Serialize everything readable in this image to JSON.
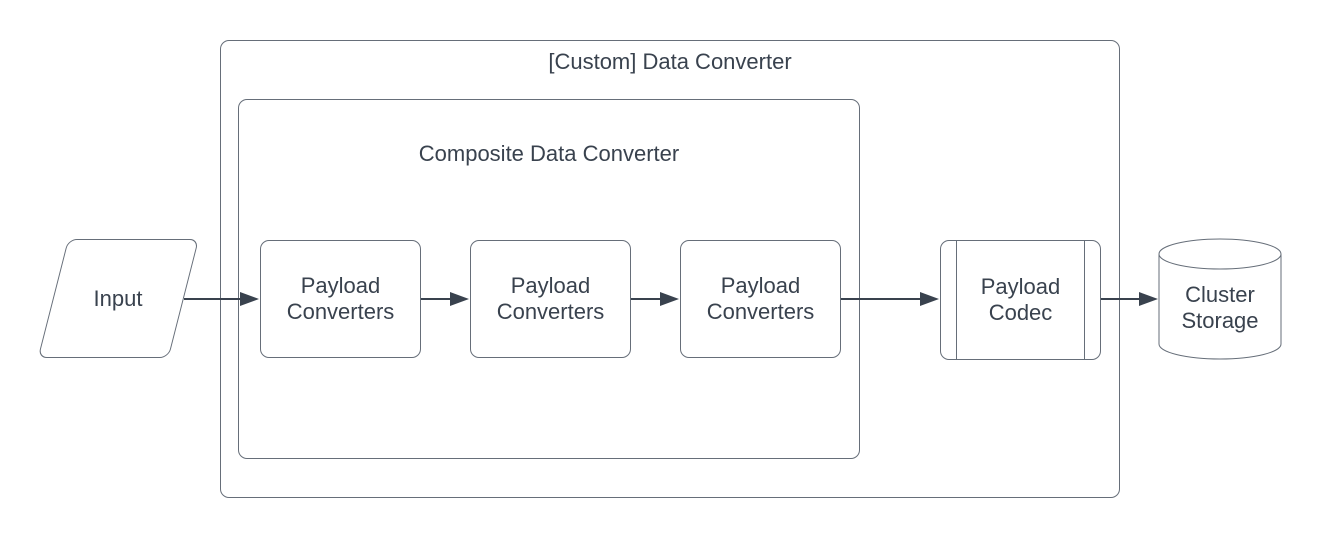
{
  "diagram": {
    "background_color": "#ffffff",
    "shape_stroke_color": "#666e79",
    "text_color": "#39424e",
    "arrow_color": "#39424e",
    "outer_group": {
      "title": "[Custom] Data Converter"
    },
    "inner_group": {
      "title": "Composite Data Converter"
    },
    "nodes": {
      "input": {
        "label": "Input",
        "shape": "parallelogram"
      },
      "payload_converter_1": {
        "label": "Payload Converters",
        "shape": "rounded-rectangle"
      },
      "payload_converter_2": {
        "label": "Payload Converters",
        "shape": "rounded-rectangle"
      },
      "payload_converter_3": {
        "label": "Payload Converters",
        "shape": "rounded-rectangle"
      },
      "payload_codec": {
        "label": "Payload Codec",
        "shape": "predefined-process"
      },
      "cluster_storage": {
        "label": "Cluster Storage",
        "shape": "cylinder"
      }
    },
    "edges": [
      {
        "from": "input",
        "to": "payload_converter_1"
      },
      {
        "from": "payload_converter_1",
        "to": "payload_converter_2"
      },
      {
        "from": "payload_converter_2",
        "to": "payload_converter_3"
      },
      {
        "from": "payload_converter_3",
        "to": "payload_codec"
      },
      {
        "from": "payload_codec",
        "to": "cluster_storage"
      }
    ]
  }
}
